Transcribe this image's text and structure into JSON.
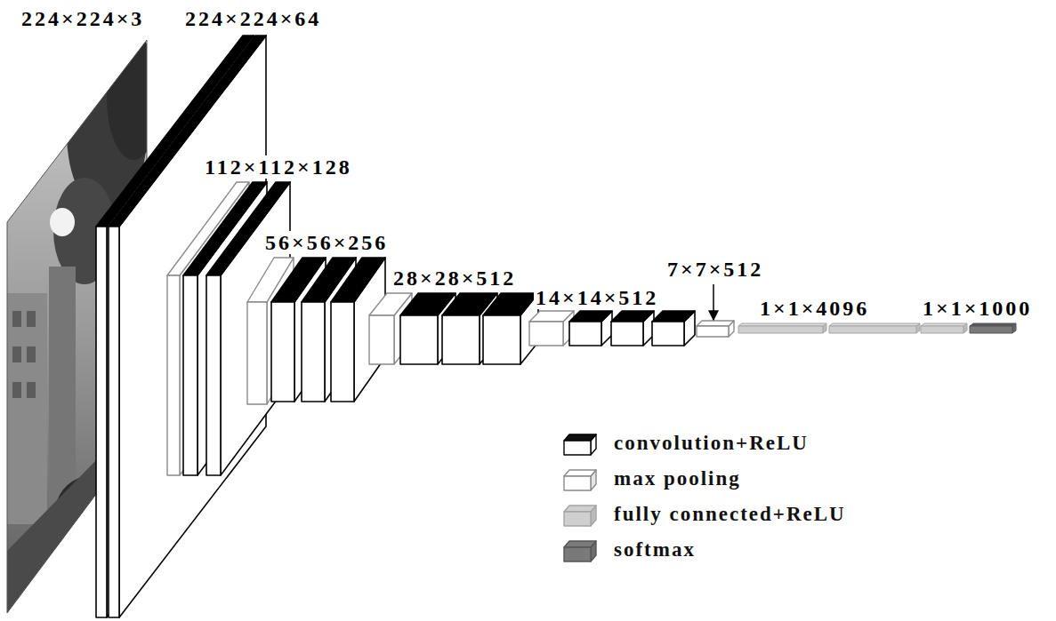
{
  "diagram": {
    "labels": [
      "224×224×3",
      "224×224×64",
      "112×112×128",
      "56×56×256",
      "28×28×512",
      "14×14×512",
      "7×7×512",
      "1×1×4096",
      "1×1×1000"
    ],
    "legend": [
      {
        "text": "convolution+ReLU",
        "color": "#111111"
      },
      {
        "text": "max pooling",
        "color": "#ffffff"
      },
      {
        "text": "fully connected+ReLU",
        "color": "#cfcfcf"
      },
      {
        "text": "softmax",
        "color": "#7a7a7a"
      }
    ]
  }
}
